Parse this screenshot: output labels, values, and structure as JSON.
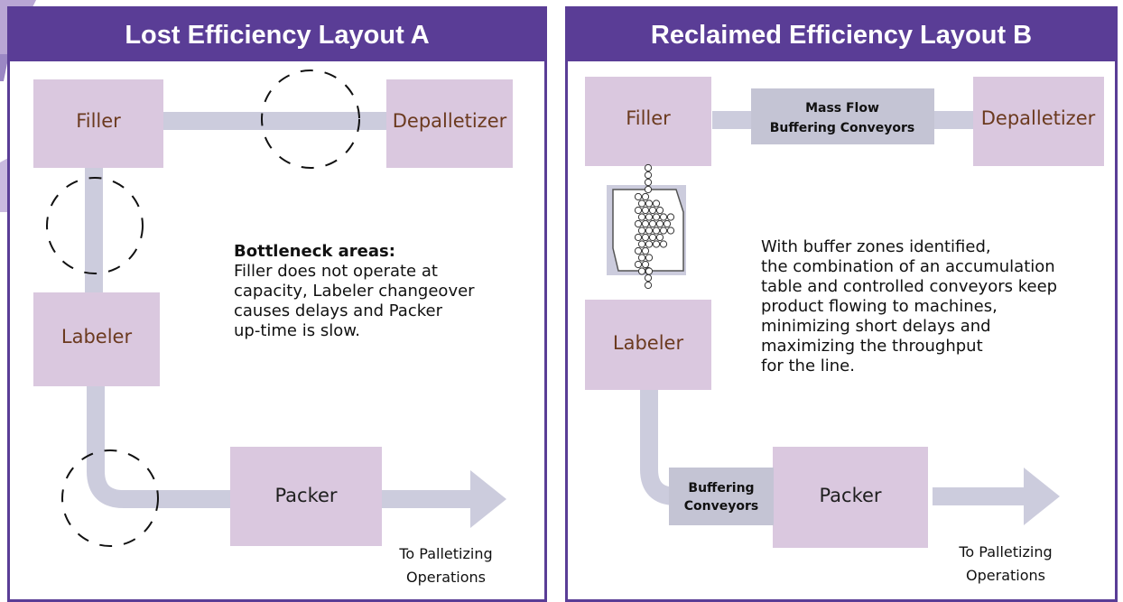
{
  "colors": {
    "header": "#5a3d96",
    "machine_fill": "#dac8df",
    "conveyor": "#ccccdd",
    "buffer_box": "#c4c4d4",
    "label_text": "#6b3a1f"
  },
  "panel_a": {
    "title": "Lost Efficiency Layout A",
    "machines": {
      "filler": "Filler",
      "depalletizer": "Depalletizer",
      "labeler": "Labeler",
      "packer": "Packer"
    },
    "bottleneck_heading": "Bottleneck areas:",
    "bottleneck_text": "Filler does not operate at\ncapacity, Labeler changeover\ncauses delays and Packer\nup-time is slow.",
    "destination": "To Palletizing\nOperations"
  },
  "panel_b": {
    "title": "Reclaimed Efficiency Layout B",
    "machines": {
      "filler": "Filler",
      "depalletizer": "Depalletizer",
      "labeler": "Labeler",
      "packer": "Packer"
    },
    "mass_flow_line1": "Mass Flow",
    "mass_flow_line2": "Buffering Conveyors",
    "buffering_line1": "Buffering",
    "buffering_line2": "Conveyors",
    "description": "With buffer zones identified,\nthe combination of an accumulation\ntable and controlled conveyors keep\nproduct flowing to machines,\nminimizing short delays and\nmaximizing the throughput\nfor the line.",
    "destination": "To Palletizing\nOperations"
  }
}
